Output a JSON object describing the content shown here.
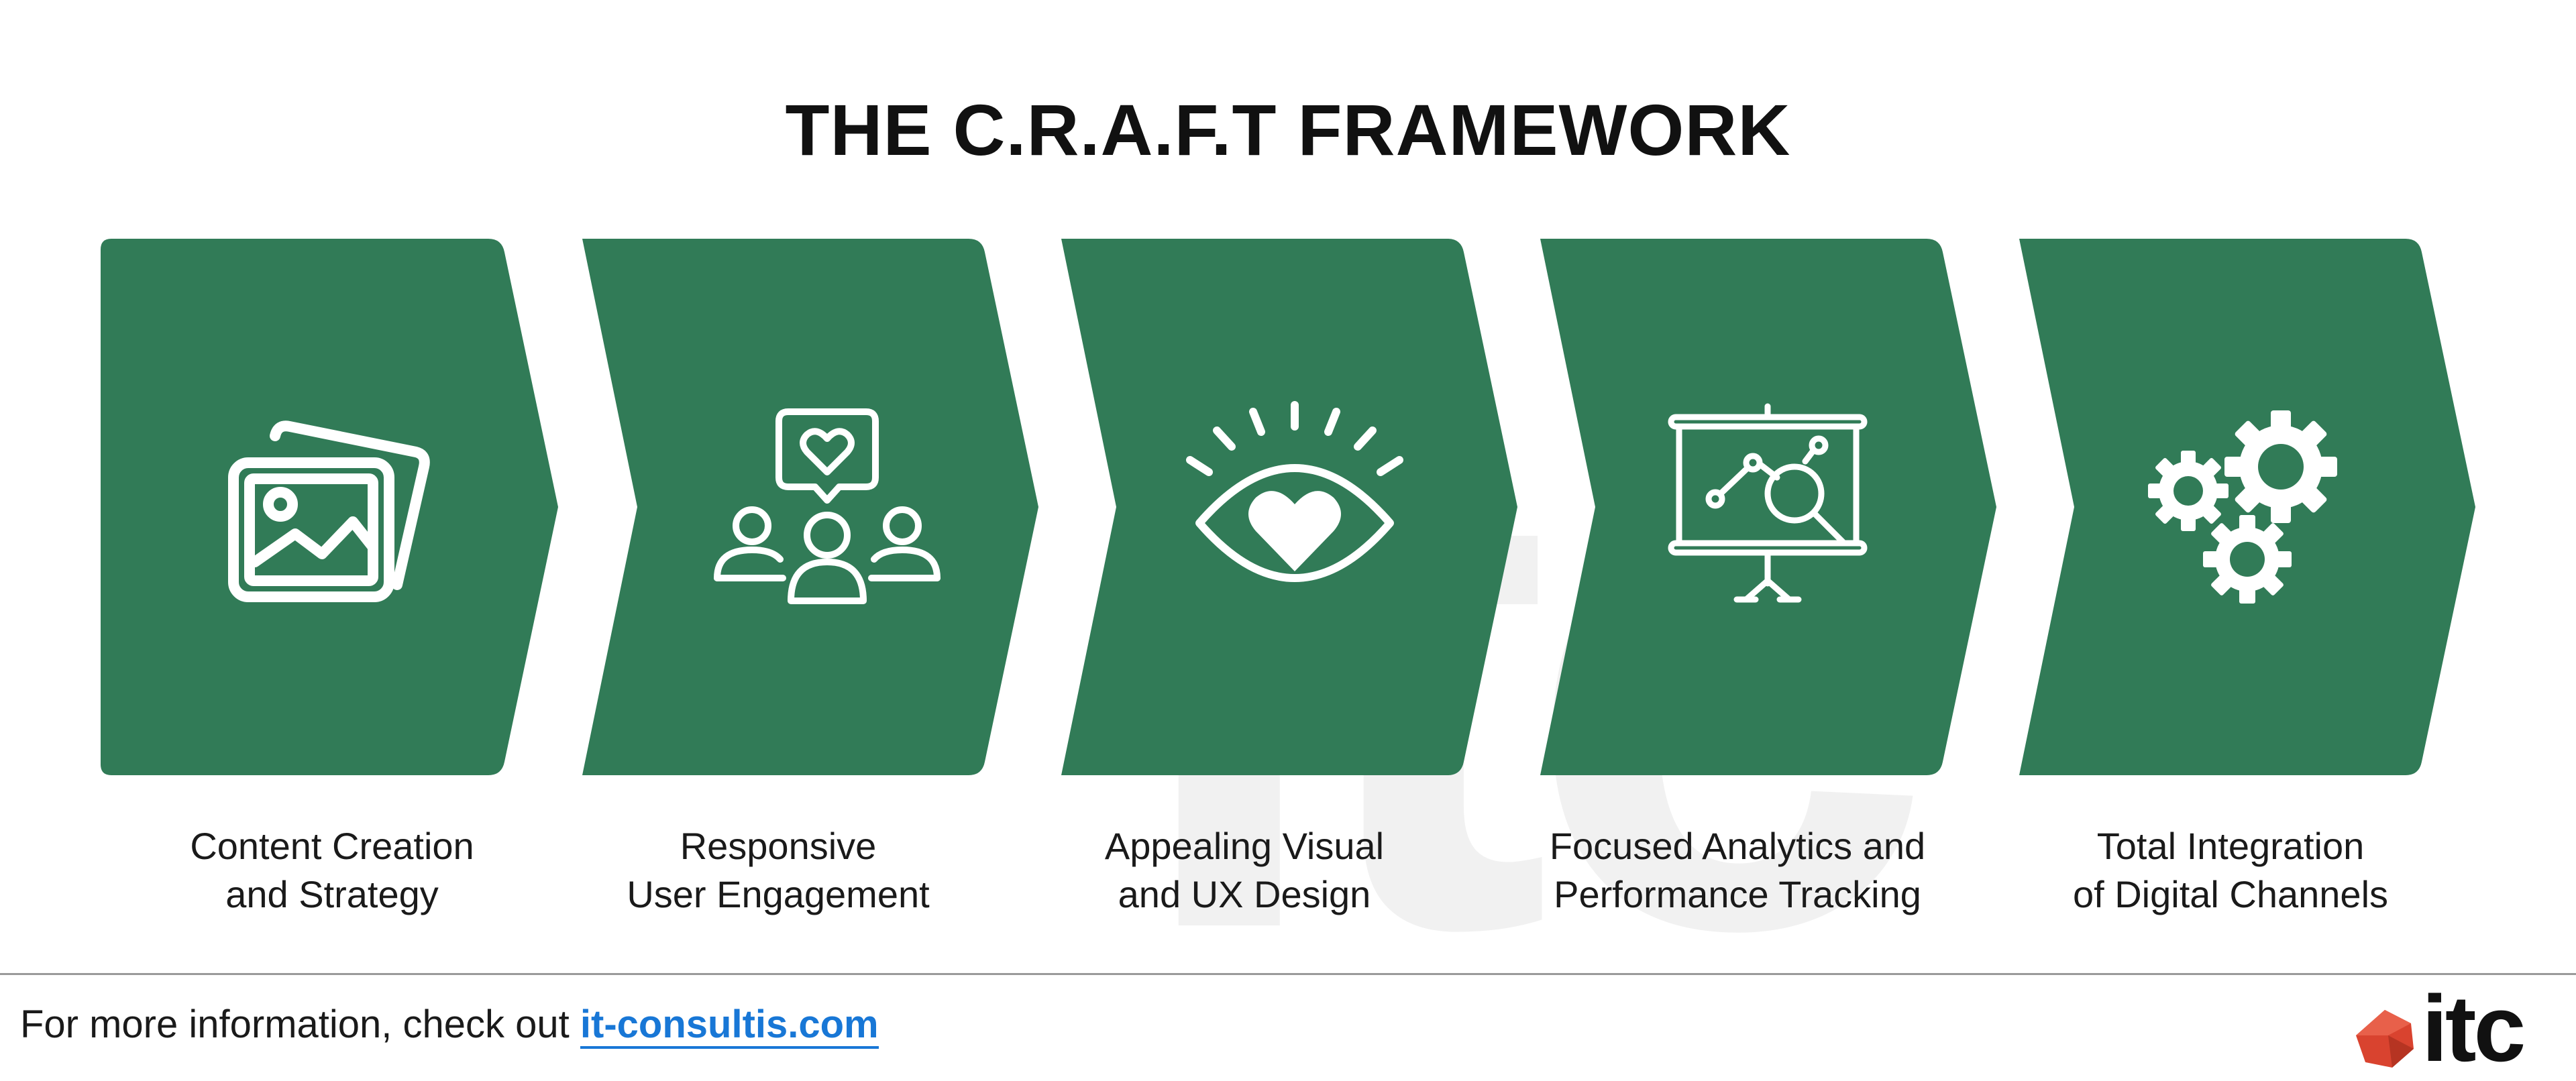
{
  "title": "THE C.R.A.F.T FRAMEWORK",
  "colors": {
    "chevron": "#317b57",
    "icon": "#ffffff",
    "watermark": "#f1f1f1",
    "link": "#1877d6",
    "logo_mark": "#d9432f"
  },
  "steps": [
    {
      "icon": "photo-gallery-icon",
      "line1": "Content Creation",
      "line2": "and Strategy"
    },
    {
      "icon": "audience-heart-icon",
      "line1": "Responsive",
      "line2": "User Engagement"
    },
    {
      "icon": "eye-heart-icon",
      "line1": "Appealing Visual",
      "line2": "and UX Design"
    },
    {
      "icon": "analytics-board-icon",
      "line1": "Focused Analytics and",
      "line2": "Performance Tracking"
    },
    {
      "icon": "gears-icon",
      "line1": "Total Integration",
      "line2": "of Digital Channels"
    }
  ],
  "footer": {
    "text": "For more information, check out",
    "link": "it-consultis.com"
  },
  "logo": {
    "text": "itc"
  }
}
